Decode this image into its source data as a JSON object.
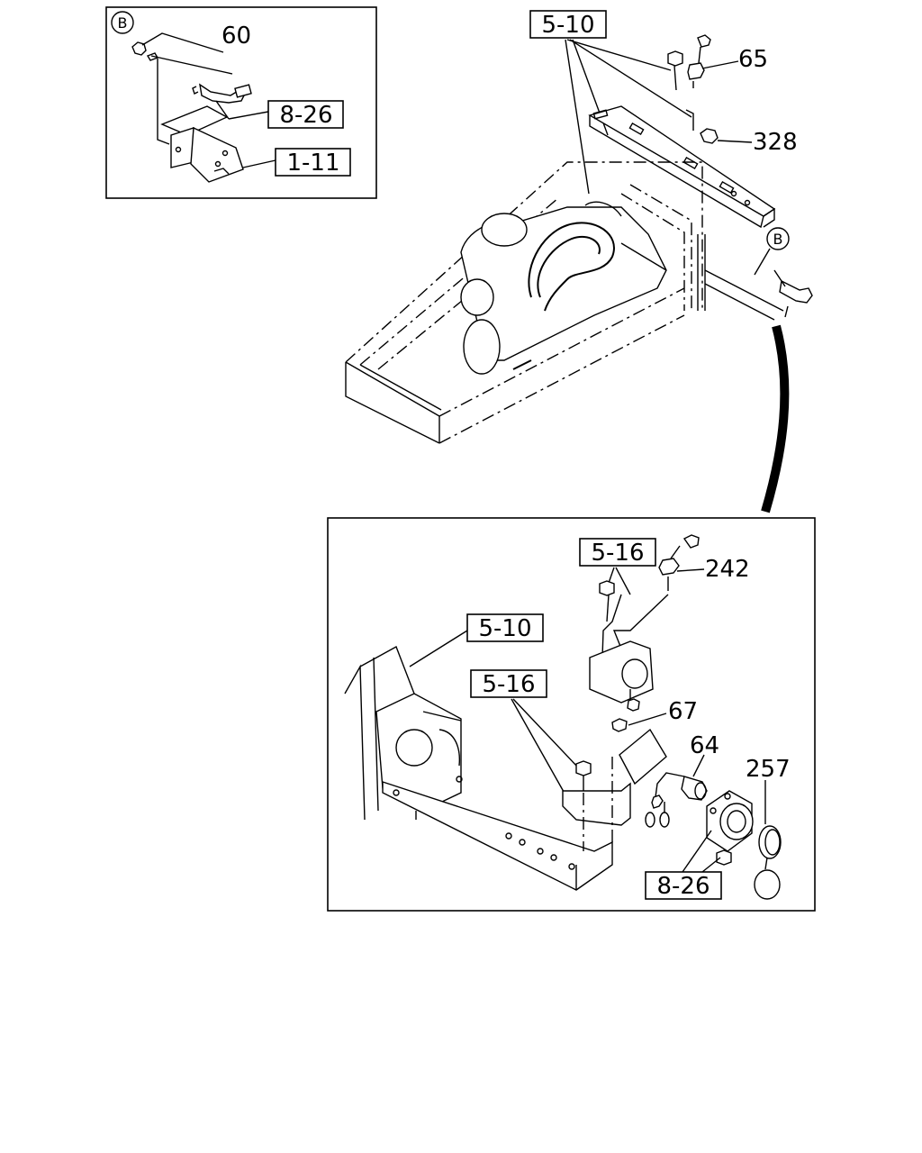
{
  "inset_b": {
    "view_marker": "B",
    "callouts": [
      "60",
      "8-26",
      "1-11"
    ]
  },
  "main_view": {
    "view_marker": "B",
    "callouts": [
      "5-10",
      "65",
      "328"
    ]
  },
  "detail_view": {
    "callouts": [
      "5-16",
      "242",
      "5-10",
      "5-16",
      "67",
      "64",
      "257",
      "8-26"
    ]
  }
}
